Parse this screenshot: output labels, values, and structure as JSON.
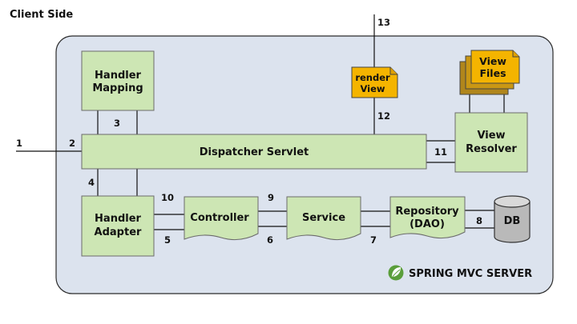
{
  "diagram": {
    "title": "Client Side",
    "server_label": "SPRING MVC SERVER",
    "components": {
      "handler_mapping": [
        "Handler",
        "Mapping"
      ],
      "dispatcher_servlet": "Dispatcher Servlet",
      "handler_adapter": [
        "Handler",
        "Adapter"
      ],
      "controller": "Controller",
      "service": "Service",
      "repository": [
        "Repository",
        "(DAO)"
      ],
      "db": "DB",
      "view_resolver": [
        "View",
        "Resolver"
      ],
      "render_view": [
        "render",
        "View"
      ],
      "view_files": [
        "View",
        "Files"
      ]
    },
    "steps": [
      "1",
      "2",
      "3",
      "4",
      "5",
      "6",
      "7",
      "8",
      "9",
      "10",
      "11",
      "12",
      "13"
    ],
    "colors": {
      "container_fill": "#dce3ee",
      "container_stroke": "#2b2b2b",
      "component_fill": "#cde6b4",
      "component_stroke": "#6b6b6b",
      "document_fill": "#f4b400",
      "document_shadow": "#b0861c",
      "db_fill": "#b9b9b9",
      "logo_green": "#5a9e3a"
    },
    "icons": [
      "spring-leaf-icon",
      "database-icon",
      "document-icon"
    ]
  }
}
